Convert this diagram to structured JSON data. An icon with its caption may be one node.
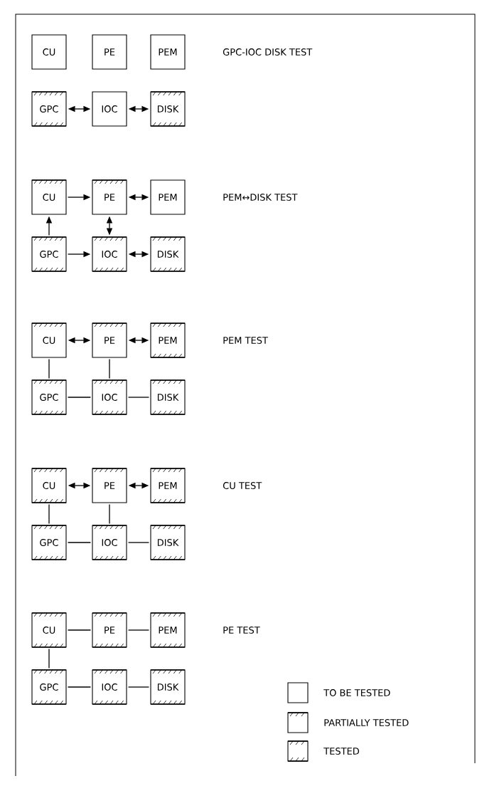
{
  "diagram": {
    "nodes": [
      {
        "text": [
          "CU"
        ]
      },
      {
        "text": [
          "PE"
        ]
      },
      {
        "text": [
          "PEM"
        ]
      },
      {
        "text": [
          "GPC"
        ]
      },
      {
        "text": [
          "IOC"
        ]
      },
      {
        "text": [
          "DISK"
        ]
      },
      {
        "text": [
          "CU"
        ]
      },
      {
        "text": [
          "PE"
        ]
      },
      {
        "text": [
          "PEM"
        ]
      },
      {
        "text": [
          "GPC"
        ]
      },
      {
        "text": [
          "IOC"
        ]
      },
      {
        "text": [
          "DISK"
        ]
      },
      {
        "text": [
          "CU"
        ]
      },
      {
        "text": [
          "PE"
        ]
      },
      {
        "text": [
          "PEM"
        ]
      },
      {
        "text": [
          "GPC"
        ]
      },
      {
        "text": [
          "IOC"
        ]
      },
      {
        "text": [
          "DISK"
        ]
      },
      {
        "text": [
          "CU"
        ]
      },
      {
        "text": [
          "PE"
        ]
      },
      {
        "text": [
          "PEM"
        ]
      },
      {
        "text": [
          "GPC"
        ]
      },
      {
        "text": [
          "IOC"
        ]
      },
      {
        "text": [
          "DISK"
        ]
      },
      {
        "text": [
          "CU"
        ]
      },
      {
        "text": [
          "PE"
        ]
      },
      {
        "text": [
          "PEM"
        ]
      },
      {
        "text": [
          "GPC"
        ]
      },
      {
        "text": [
          "IOC"
        ]
      },
      {
        "text": [
          "DISK"
        ]
      }
    ],
    "edges": [
      {
        "from": 3,
        "to": 4,
        "arrow": "both"
      },
      {
        "from": 4,
        "to": 5,
        "arrow": "both"
      },
      {
        "from": 6,
        "to": 7,
        "arrow": "to"
      },
      {
        "from": 7,
        "to": 8,
        "arrow": "both"
      },
      {
        "from": 9,
        "to": 6,
        "arrow": "to"
      },
      {
        "from": 7,
        "to": 10,
        "arrow": "both"
      },
      {
        "from": 9,
        "to": 10,
        "arrow": "to"
      },
      {
        "from": 10,
        "to": 11,
        "arrow": "both"
      },
      {
        "from": 12,
        "to": 13,
        "arrow": "both"
      },
      {
        "from": 13,
        "to": 14,
        "arrow": "both"
      },
      {
        "from": 12,
        "to": 15,
        "arrow": "none"
      },
      {
        "from": 13,
        "to": 16,
        "arrow": "none"
      },
      {
        "from": 15,
        "to": 16,
        "arrow": "none"
      },
      {
        "from": 16,
        "to": 17,
        "arrow": "none"
      },
      {
        "from": 18,
        "to": 19,
        "arrow": "both"
      },
      {
        "from": 19,
        "to": 20,
        "arrow": "both"
      },
      {
        "from": 18,
        "to": 21,
        "arrow": "none"
      },
      {
        "from": 19,
        "to": 22,
        "arrow": "none"
      },
      {
        "from": 21,
        "to": 22,
        "arrow": "none"
      },
      {
        "from": 22,
        "to": 23,
        "arrow": "none"
      },
      {
        "from": 24,
        "to": 25,
        "arrow": "none"
      },
      {
        "from": 25,
        "to": 26,
        "arrow": "none"
      },
      {
        "from": 24,
        "to": 27,
        "arrow": "none"
      },
      {
        "from": 27,
        "to": 28,
        "arrow": "none"
      },
      {
        "from": 28,
        "to": 29,
        "arrow": "none"
      }
    ],
    "labels": [
      "GPC-IOC DISK TEST",
      "PEM↔DISK TEST",
      "PEM TEST",
      "CU TEST",
      "PE TEST"
    ],
    "legend": [
      {
        "text": "TO BE TESTED"
      },
      {
        "text": "PARTIALLY TESTED"
      },
      {
        "text": "TESTED"
      }
    ]
  }
}
